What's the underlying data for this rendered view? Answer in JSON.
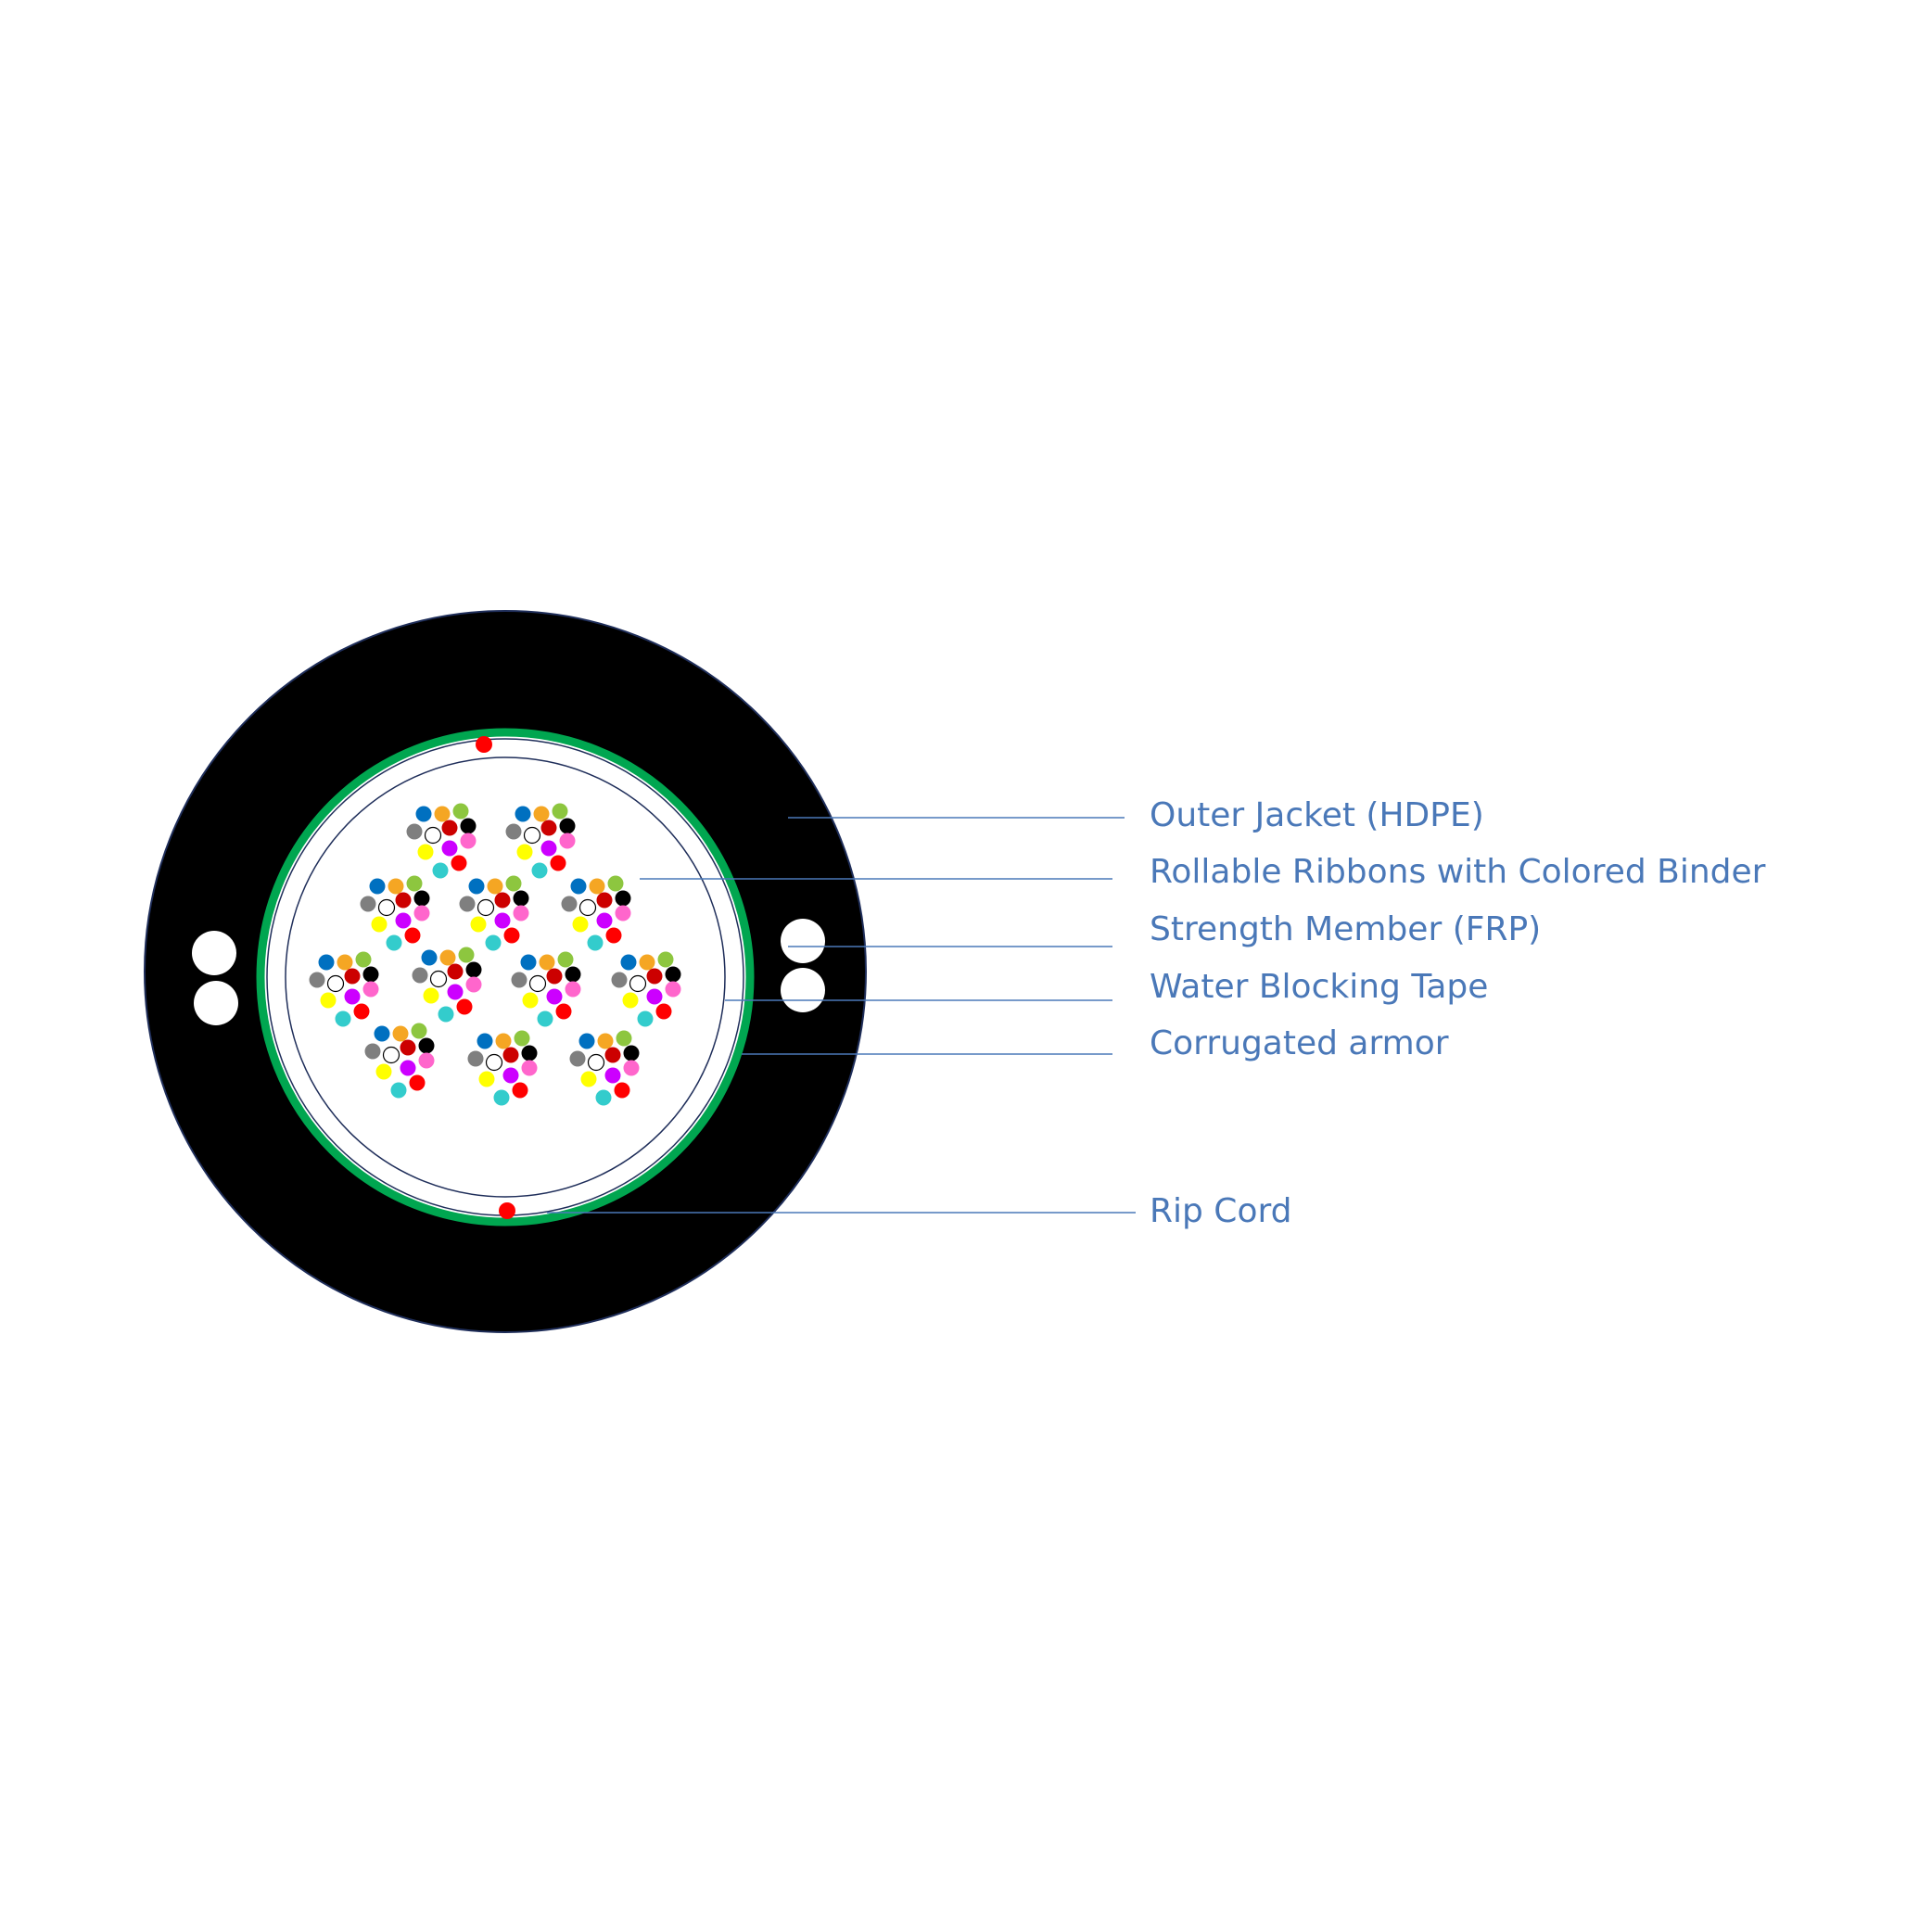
{
  "colors": {
    "jacket": "#000000",
    "armor": "#00a650",
    "tape_line": "#1f2e5a",
    "rip_cord": "#ff0000",
    "strength_member": "#ffffff",
    "label_text": "#4a78b8",
    "fiber_sequence": [
      "#0070c0",
      "#f5a623",
      "#8dc63f",
      "#7f7f7f",
      "#ffffff",
      "#cc0000",
      "#000000",
      "#ffff00",
      "#cc00ff",
      "#ff66cc",
      "#33cccc",
      "#ff0000"
    ]
  },
  "labels": {
    "outer_jacket": "Outer Jacket (HDPE)",
    "rollable_ribbons": "Rollable Ribbons with Colored Binder",
    "strength_member": "Strength Member (FRP)",
    "water_blocking_tape": "Water Blocking Tape",
    "corrugated_armor": "Corrugated armor",
    "rip_cord": "Rip Cord"
  },
  "structure": {
    "fiber_bundles": 12,
    "fibers_per_bundle": 12,
    "strength_members": 4,
    "rip_cords": 2
  }
}
